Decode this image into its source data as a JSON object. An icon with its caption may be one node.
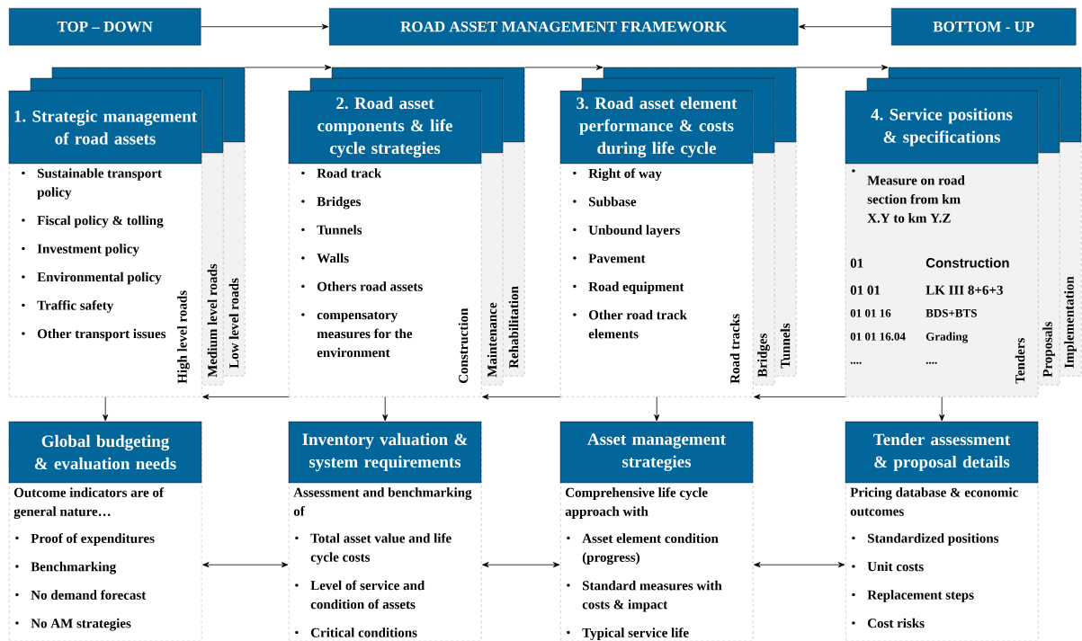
{
  "diagram": {
    "nodes": [
      {
        "text": [
          "TOP – DOWN"
        ]
      },
      {
        "text": [
          "ROAD ASSET MANAGEMENT FRAMEWORK"
        ]
      },
      {
        "text": [
          "BOTTOM - UP"
        ]
      },
      {
        "text": [
          "1. Strategic management of road assets",
          "Sustainable transport policy",
          "Fiscal policy & tolling",
          "Investment policy",
          "Environmental policy",
          "Traffic safety",
          "Other transport issues",
          "High level roads"
        ]
      },
      {
        "text": [
          "Medium level roads"
        ]
      },
      {
        "text": [
          "Low level roads"
        ]
      },
      {
        "text": [
          "2. Road asset components & life cycle strategies",
          "Road track",
          "Bridges",
          "Tunnels",
          "Walls",
          "Others road assets",
          "compensatory measures for the environment",
          "Construction"
        ]
      },
      {
        "text": [
          "Maintenance"
        ]
      },
      {
        "text": [
          "Rehabilitation"
        ]
      },
      {
        "text": [
          "3. Road asset element performance & costs during life cycle",
          "Right of way",
          "Subbase",
          "Unbound layers",
          "Pavement",
          "Road equipment",
          "Other road track elements",
          "Road tracks"
        ]
      },
      {
        "text": [
          "Bridges"
        ]
      },
      {
        "text": [
          "Tunnels"
        ]
      },
      {
        "text": [
          "4. Service positions & specifications",
          "Measure on road section from km X.Y to km Y.Z",
          "01",
          "Construction",
          "01 01",
          "LK III 8+6+3",
          "01 01 16",
          "BDS+BTS",
          "01 01 16.04",
          "Grading",
          "....",
          "....",
          "Tenders"
        ]
      },
      {
        "text": [
          "Proposals"
        ]
      },
      {
        "text": [
          "Implementation"
        ]
      },
      {
        "text": [
          "Global budgeting & evaluation needs",
          "Outcome indicators are of general nature…",
          "Proof of expenditures",
          "Benchmarking",
          "No demand forecast",
          "No AM strategies"
        ]
      },
      {
        "text": [
          "Inventory valuation & system requirements",
          "Assessment and benchmarking of",
          "Total asset value and life cycle costs",
          "Level of service and condition of assets",
          "Critical conditions"
        ]
      },
      {
        "text": [
          "Asset management strategies",
          "Comprehensive life cycle approach with",
          "Asset element condition (progress)",
          "Standard measures with costs & impact",
          "Typical service life"
        ]
      },
      {
        "text": [
          "Tender assessment & proposal details",
          "Pricing database & economic outcomes",
          "Standardized positions",
          "Unit costs",
          "Replacement steps",
          "Cost risks"
        ]
      }
    ],
    "edges": [
      {
        "from": 0,
        "to": 1,
        "arrow": "to"
      },
      {
        "from": 2,
        "to": 1,
        "arrow": "to"
      },
      {
        "from": 5,
        "to": 8,
        "arrow": "to"
      },
      {
        "from": 8,
        "to": 11,
        "arrow": "to"
      },
      {
        "from": 11,
        "to": 14,
        "arrow": "to"
      },
      {
        "from": 6,
        "to": 3,
        "arrow": "to"
      },
      {
        "from": 9,
        "to": 6,
        "arrow": "to"
      },
      {
        "from": 12,
        "to": 9,
        "arrow": "to"
      },
      {
        "from": 3,
        "to": 15,
        "arrow": "to"
      },
      {
        "from": 6,
        "to": 16,
        "arrow": "to"
      },
      {
        "from": 9,
        "to": 17,
        "arrow": "to"
      },
      {
        "from": 12,
        "to": 18,
        "arrow": "to"
      },
      {
        "from": 15,
        "to": 16,
        "arrow": "both"
      },
      {
        "from": 16,
        "to": 17,
        "arrow": "both"
      },
      {
        "from": 17,
        "to": 18,
        "arrow": "both"
      }
    ]
  }
}
